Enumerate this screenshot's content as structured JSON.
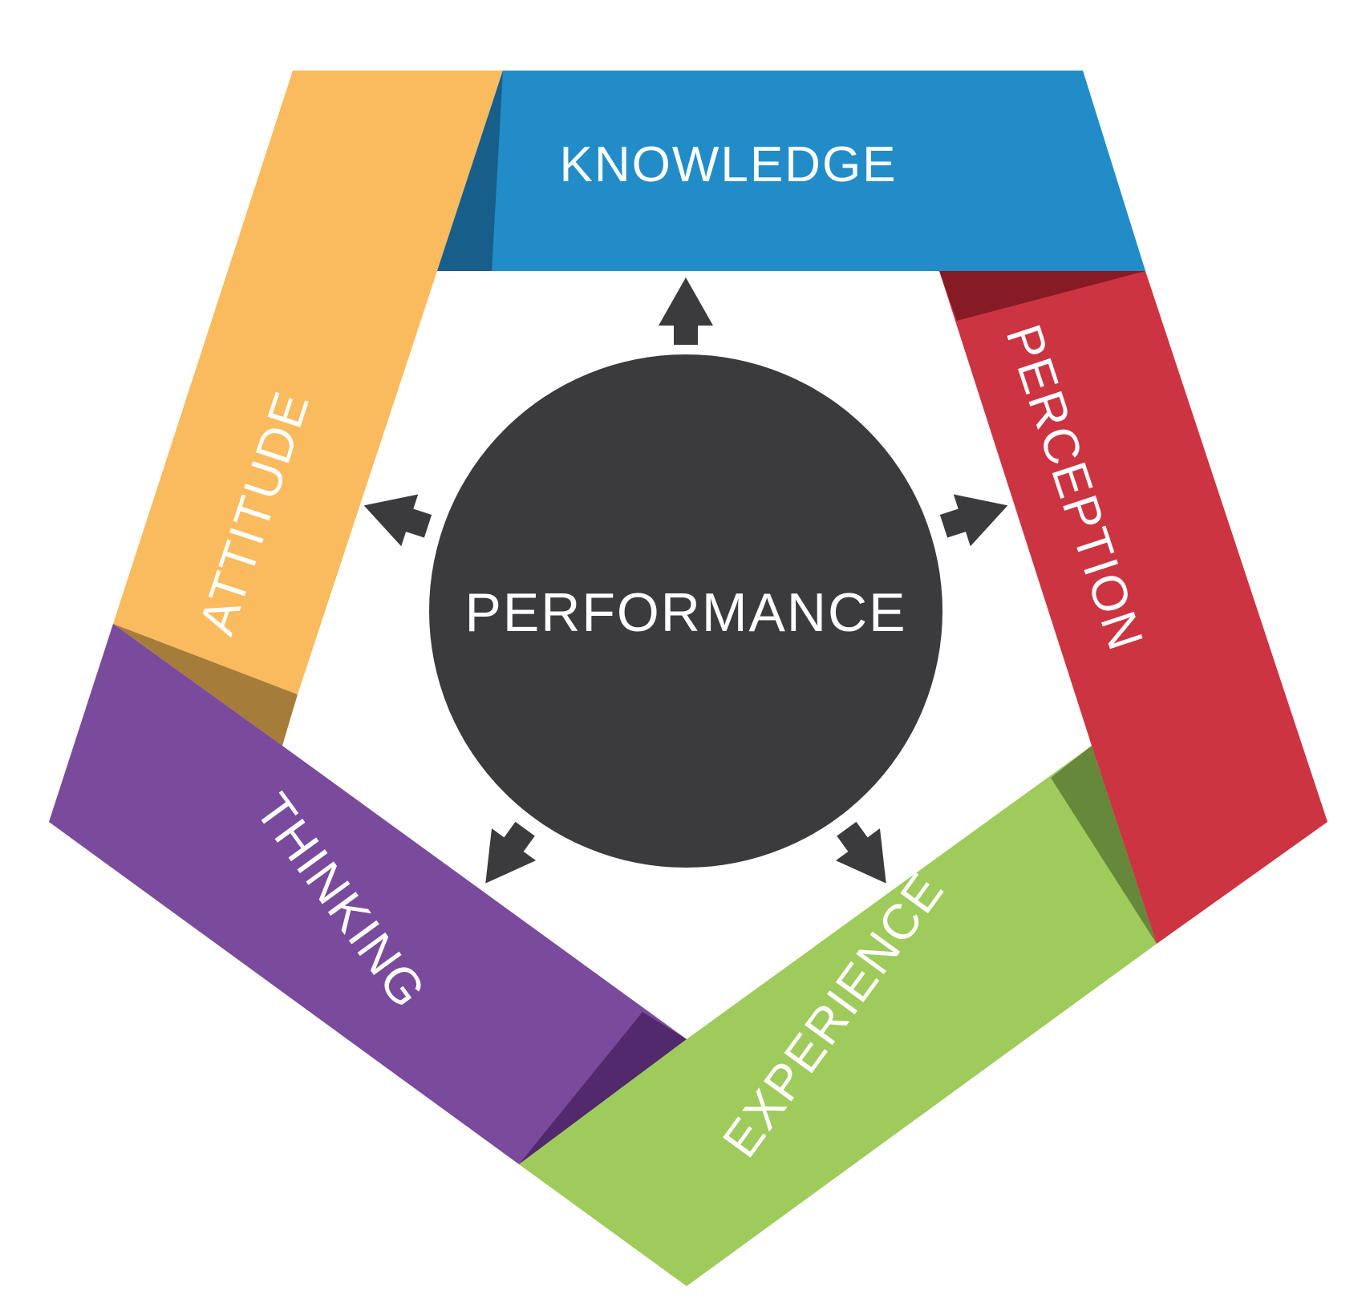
{
  "center": {
    "label": "PERFORMANCE",
    "color": "#3b3b3d"
  },
  "segments": [
    {
      "id": "knowledge",
      "label": "KNOWLEDGE",
      "color": "#218cc7",
      "shade": "#175e8a"
    },
    {
      "id": "perception",
      "label": "PERCEPTION",
      "color": "#cc3442",
      "shade": "#861b26"
    },
    {
      "id": "experience",
      "label": "EXPERIENCE",
      "color": "#9ecb5b",
      "shade": "#66883a"
    },
    {
      "id": "thinking",
      "label": "THINKING",
      "color": "#7a4a9c",
      "shade": "#51296c"
    },
    {
      "id": "attitude",
      "label": "ATTITUDE",
      "color": "#fabb5f",
      "shade": "#a57c39"
    }
  ],
  "arrows": {
    "color": "#3b3b3d",
    "direction": "outward"
  }
}
